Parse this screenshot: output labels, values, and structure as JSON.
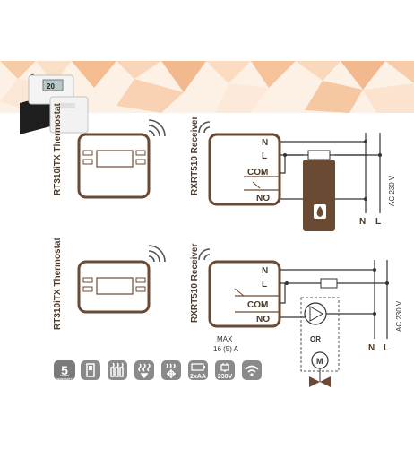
{
  "diagrams": [
    {
      "thermostat_label": "RT310iTX Thermostat",
      "receiver_label": "RXRT510 Receiver",
      "terminals": [
        "N",
        "L",
        "COM",
        "NO"
      ],
      "supply_label": "AC 230 V",
      "supply_terminals": [
        "N",
        "L"
      ],
      "load": "boiler"
    },
    {
      "thermostat_label": "RT310iTX Thermostat",
      "receiver_label": "RXRT510 Receiver",
      "terminals": [
        "N",
        "L",
        "COM",
        "NO"
      ],
      "supply_label": "AC 230 V",
      "supply_terminals": [
        "N",
        "L"
      ],
      "load": "pump / motor valve",
      "or_label": "OR",
      "max_line1": "MAX",
      "max_line2": "16 (5) A"
    }
  ],
  "features": {
    "warranty_number": "5",
    "warranty_text": "YEARS WARRANTY",
    "battery_label": "2xAA",
    "voltage_label": "230V",
    "icons": [
      "warranty-icon",
      "switch-icon",
      "radiator-icon",
      "underfloor-heating-icon",
      "heating-cooling-icon",
      "batteries-icon",
      "plug-icon",
      "wireless-icon"
    ]
  },
  "thermostat_display": "20",
  "colors": {
    "brown": "#6b4a33",
    "banner_light": "#fbe7d6",
    "banner_dark": "#f3b98e",
    "boiler": "#6b4a33",
    "badge": "#8a8a8a"
  }
}
